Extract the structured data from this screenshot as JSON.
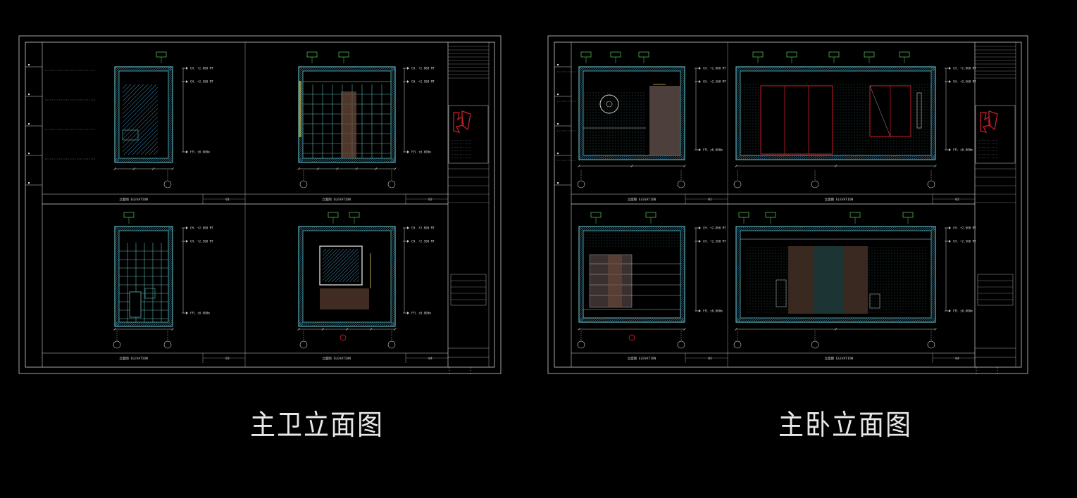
{
  "captions": {
    "left": "主卫立面图",
    "right": "主卧立面图"
  },
  "colors": {
    "background": "#000000",
    "frame": "#cfcfcf",
    "wall": "#5fb3b3",
    "hatch": "#3a7a9a",
    "accent_red": "#c81e2a",
    "accent_green": "#5fcf5f",
    "accent_yellow": "#d8d060",
    "wood": "#6a4a3a"
  },
  "sheets": [
    {
      "id": "left",
      "views": [
        {
          "title": "立面图 ELEVATION",
          "number": "01"
        },
        {
          "title": "立面图 ELEVATION",
          "number": "02"
        },
        {
          "title": "立面图 ELEVATION",
          "number": "03"
        },
        {
          "title": "立面图 ELEVATION",
          "number": "04"
        }
      ],
      "level_labels": [
        "CH. +2.800 MT",
        "CH. +2.500 MT",
        "FFL ±0.000m"
      ]
    },
    {
      "id": "right",
      "views": [
        {
          "title": "立面图 ELEVATION",
          "number": "01"
        },
        {
          "title": "立面图 ELEVATION",
          "number": "02"
        },
        {
          "title": "立面图 ELEVATION",
          "number": "03"
        },
        {
          "title": "立面图 ELEVATION",
          "number": "04"
        }
      ],
      "level_labels": [
        "CH. +2.800 MT",
        "CH. +2.500 MT",
        "FFL ±0.000m"
      ]
    }
  ]
}
